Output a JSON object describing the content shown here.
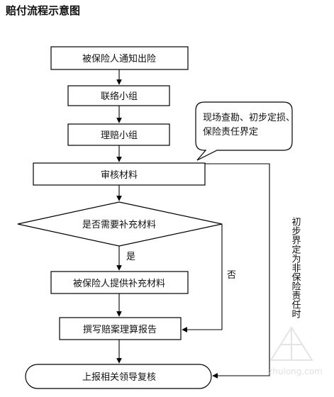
{
  "title": "赔付流程示意图",
  "nodes": {
    "notify": "被保险人通知出险",
    "liaison": "联络小组",
    "claims": "理赔小组",
    "review": "审核材料",
    "decision": "是否需要补充材料",
    "supplement": "被保险人提供补充材料",
    "report": "撰写赔案理算报告",
    "approval": "上报相关领导复核"
  },
  "callout": {
    "line1": "现场查勘、初步定损、",
    "line2": "保险责任界定"
  },
  "edge_labels": {
    "yes": "是",
    "no": "否",
    "not_liable": "初步界定为非保险责任时"
  },
  "watermark": {
    "text": "zhulong.com"
  }
}
